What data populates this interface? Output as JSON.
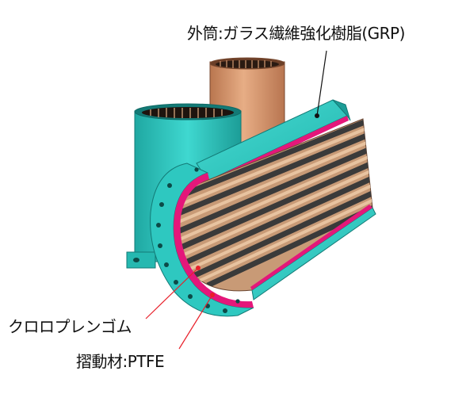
{
  "labels": {
    "outer_cylinder": "外筒:ガラス繊維強化樹脂(GRP)",
    "rubber": "クロロプレンゴム",
    "sliding_material": "摺動材:PTFE"
  },
  "colors": {
    "cyan": "#2ec8c0",
    "cyan_dark": "#1a9e98",
    "magenta": "#e4177a",
    "copper": "#d99a72",
    "copper_dark": "#a96a48",
    "slat_dark": "#3a3a3a",
    "slat_light": "#d8b08c",
    "leader": "#e8202a"
  }
}
